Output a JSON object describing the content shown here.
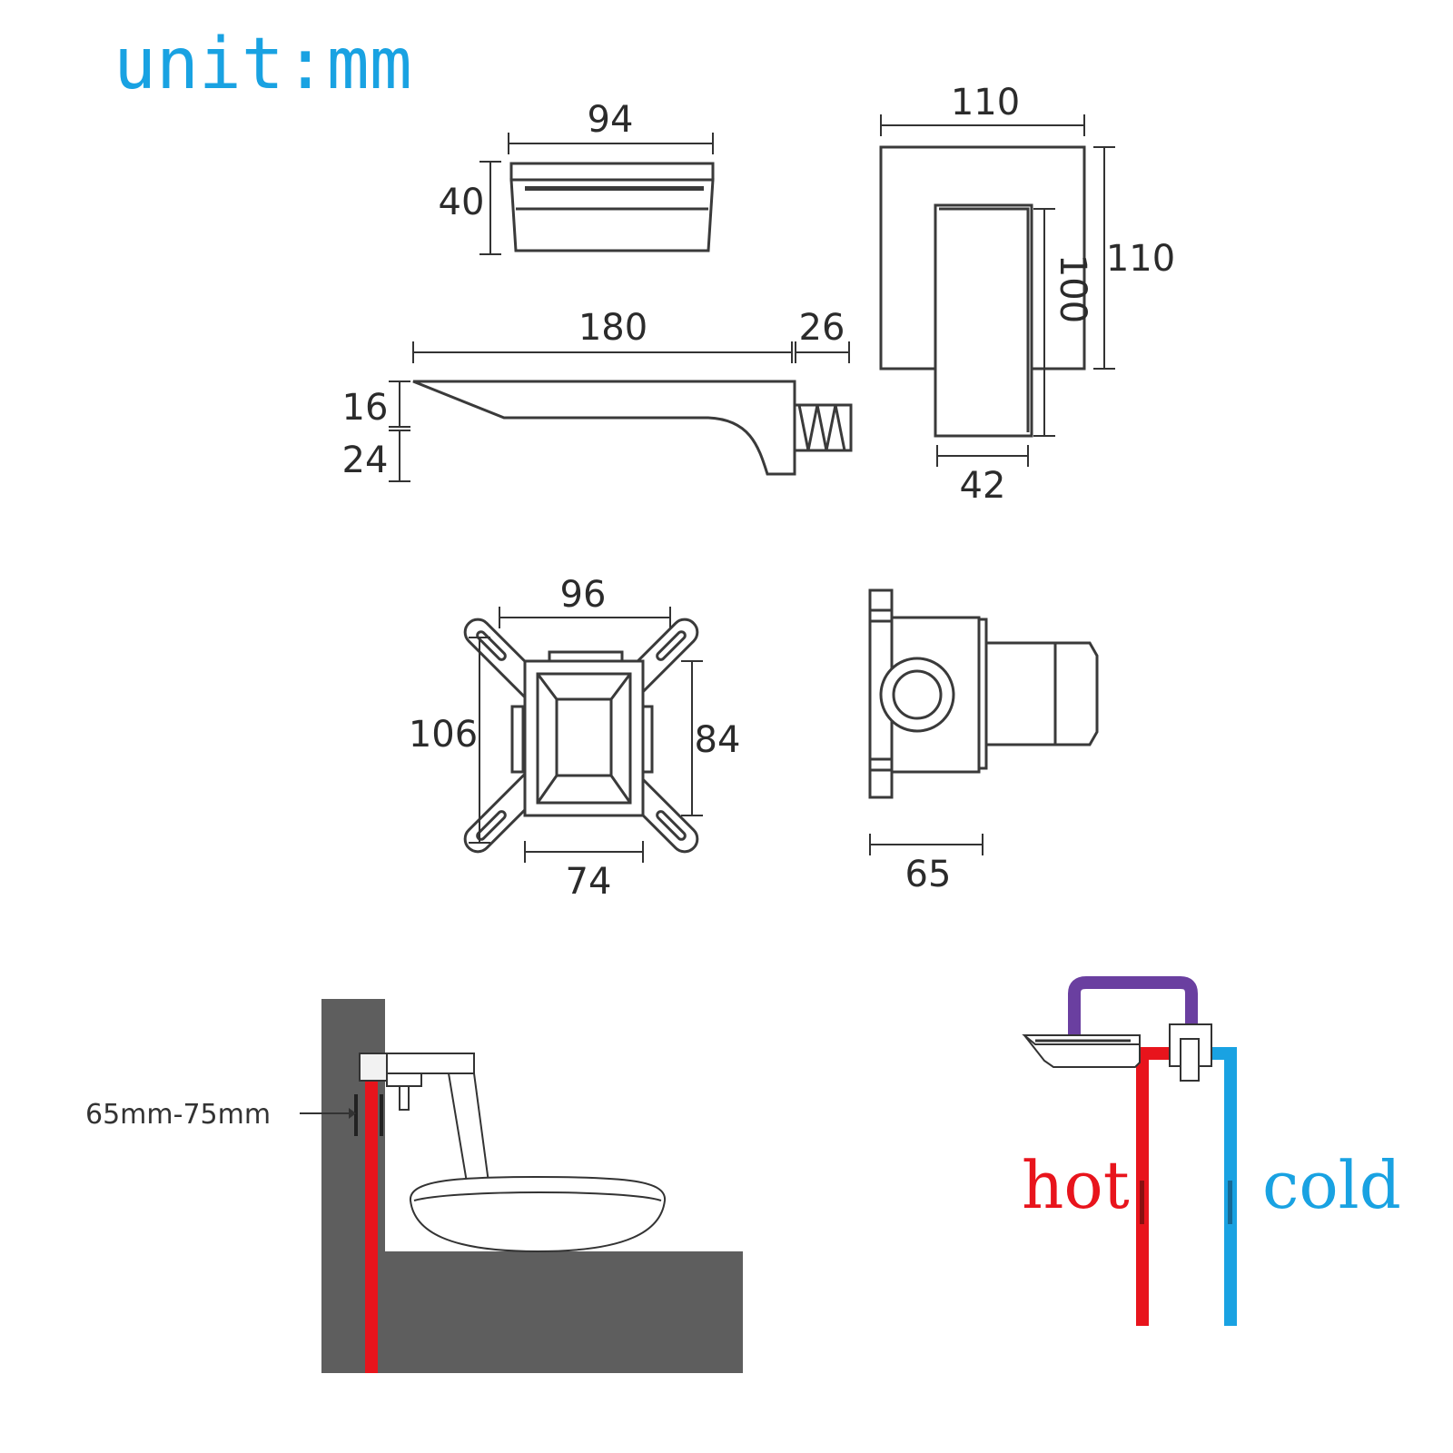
{
  "title": "unit:mm",
  "dimensions": {
    "spout_top_width": "94",
    "spout_top_height": "40",
    "spout_length": "180",
    "thread_length": "26",
    "spout_tip_height": "16",
    "spout_body_height": "24",
    "plate_width": "110",
    "plate_height": "110",
    "handle_height": "100",
    "handle_width": "42",
    "box_outer_width": "96",
    "box_outer_height": "106",
    "box_inner_height": "84",
    "box_inner_width": "74",
    "valve_depth": "65"
  },
  "install_note": "65mm-75mm",
  "pipes": {
    "hot_label": "hot",
    "cold_label": "cold",
    "hot_color": "#e8141c",
    "cold_color": "#19a2e2",
    "mix_color": "#6a3fa0"
  },
  "colors": {
    "title": "#19a2e2",
    "wall": "#5e5e5e",
    "outline": "#3a3a3a"
  }
}
